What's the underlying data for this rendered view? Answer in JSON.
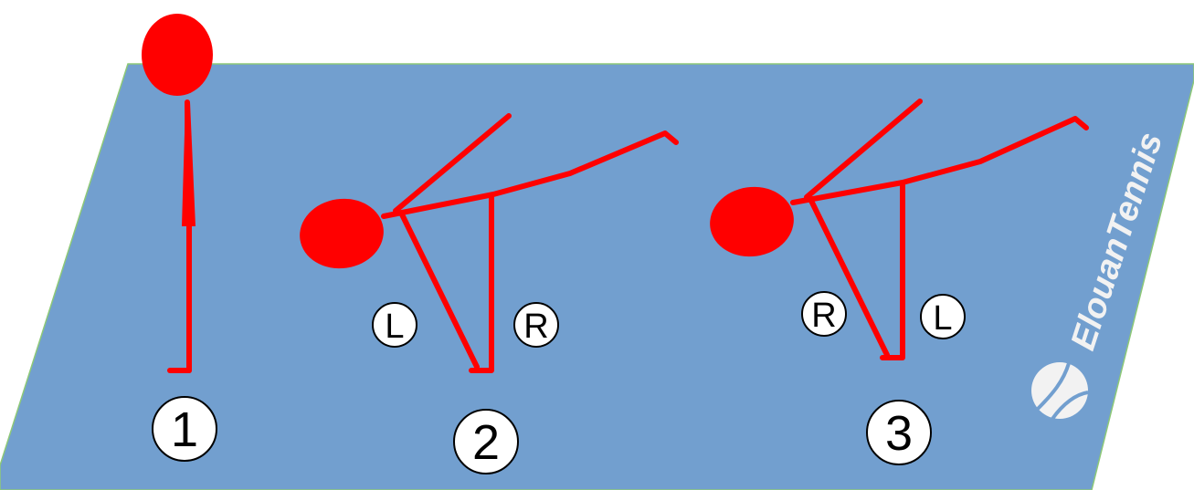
{
  "colors": {
    "background": "#ffffff",
    "mat": "#729fcf",
    "mat_border": "#8dc878",
    "figure": "#ff0000",
    "badge_fill": "#ffffff",
    "badge_stroke": "#000000",
    "watermark": "#f2f2f2"
  },
  "steps": [
    {
      "number": "1"
    },
    {
      "number": "2",
      "left_leg_label": "L",
      "right_leg_label": "R"
    },
    {
      "number": "3",
      "left_leg_label": "R",
      "right_leg_label": "L"
    }
  ],
  "watermark": {
    "text": "ElouanTennis",
    "icon": "tennis-ball-icon"
  }
}
